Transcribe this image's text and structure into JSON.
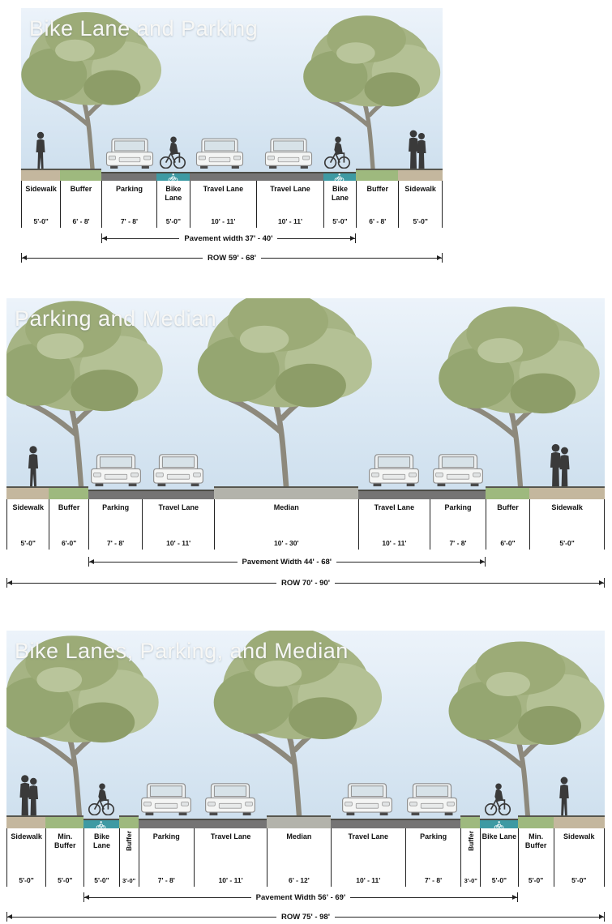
{
  "page": {
    "background": "#ffffff"
  },
  "colors": {
    "sky": "#d9e7f3",
    "sidewalk": "#c4b79e",
    "buffer": "#9eb97e",
    "road": "#757474",
    "bike_lane": "#3e9aa3",
    "median": "#b3b3ab",
    "foliage": "#a6b484",
    "silhouette": "#3a3a3a",
    "dimension_line": "#222222"
  },
  "icons": [
    "tree-icon",
    "car-icon",
    "pedestrian-icon",
    "couple-icon",
    "cyclist-icon",
    "bike-marking-icon"
  ],
  "sections": [
    {
      "title": "Bike Lane and Parking",
      "lanes": [
        {
          "label": "Sidewalk",
          "dim": "5'-0\"",
          "type": "sidewalk",
          "w": 48
        },
        {
          "label": "Buffer",
          "dim": "6' - 8'",
          "type": "buffer",
          "w": 50
        },
        {
          "label": "Parking",
          "dim": "7' - 8'",
          "type": "parking",
          "w": 68
        },
        {
          "label": "Bike Lane",
          "dim": "5'-0\"",
          "type": "bike",
          "w": 40
        },
        {
          "label": "Travel Lane",
          "dim": "10' - 11'",
          "type": "travel",
          "w": 82
        },
        {
          "label": "Travel Lane",
          "dim": "10' - 11'",
          "type": "travel",
          "w": 82
        },
        {
          "label": "Bike Lane",
          "dim": "5'-0\"",
          "type": "bike",
          "w": 40
        },
        {
          "label": "Buffer",
          "dim": "6' - 8'",
          "type": "buffer",
          "w": 52
        },
        {
          "label": "Sidewalk",
          "dim": "5'-0\"",
          "type": "sidewalk",
          "w": 54
        }
      ],
      "pavement_span": [
        2,
        6
      ],
      "pavement_label": "Pavement width  37' - 40'",
      "row_label": "ROW  59' - 68'"
    },
    {
      "title": "Parking and Median",
      "lanes": [
        {
          "label": "Sidewalk",
          "dim": "5'-0\"",
          "type": "sidewalk",
          "w": 52
        },
        {
          "label": "Buffer",
          "dim": "6'-0\"",
          "type": "buffer",
          "w": 48
        },
        {
          "label": "Parking",
          "dim": "7' - 8'",
          "type": "parking",
          "w": 66
        },
        {
          "label": "Travel Lane",
          "dim": "10' - 11'",
          "type": "travel",
          "w": 88
        },
        {
          "label": "Median",
          "dim": "10' - 30'",
          "type": "median",
          "w": 176
        },
        {
          "label": "Travel Lane",
          "dim": "10' - 11'",
          "type": "travel",
          "w": 88
        },
        {
          "label": "Parking",
          "dim": "7' - 8'",
          "type": "parking",
          "w": 68
        },
        {
          "label": "Buffer",
          "dim": "6'-0\"",
          "type": "buffer",
          "w": 54
        },
        {
          "label": "Sidewalk",
          "dim": "5'-0\"",
          "type": "sidewalk",
          "w": 92
        }
      ],
      "pavement_span": [
        2,
        6
      ],
      "pavement_label": "Pavement Width  44' - 68'",
      "row_label": "ROW  70' - 90'"
    },
    {
      "title": "Bike Lanes, Parking, and Median",
      "lanes": [
        {
          "label": "Sidewalk",
          "dim": "5'-0\"",
          "type": "sidewalk",
          "w": 48
        },
        {
          "label": "Min. Buffer",
          "dim": "5'-0\"",
          "type": "buffer",
          "w": 47
        },
        {
          "label": "Bike Lane",
          "dim": "5'-0\"",
          "type": "bike",
          "w": 43
        },
        {
          "label": "Buffer",
          "dim": "3'-0\"",
          "type": "buffer",
          "w": 24,
          "rot": true
        },
        {
          "label": "Parking",
          "dim": "7' - 8'",
          "type": "parking",
          "w": 68
        },
        {
          "label": "Travel Lane",
          "dim": "10' - 11'",
          "type": "travel",
          "w": 90
        },
        {
          "label": "Median",
          "dim": "6' - 12'",
          "type": "median",
          "w": 78
        },
        {
          "label": "Travel Lane",
          "dim": "10' - 11'",
          "type": "travel",
          "w": 92
        },
        {
          "label": "Parking",
          "dim": "7' - 8'",
          "type": "parking",
          "w": 68
        },
        {
          "label": "Buffer",
          "dim": "3'-0\"",
          "type": "buffer",
          "w": 24,
          "rot": true
        },
        {
          "label": "Bike Lane",
          "dim": "5'-0\"",
          "type": "bike",
          "w": 46
        },
        {
          "label": "Min. Buffer",
          "dim": "5'-0\"",
          "type": "buffer",
          "w": 44
        },
        {
          "label": "Sidewalk",
          "dim": "5'-0\"",
          "type": "sidewalk",
          "w": 63
        }
      ],
      "pavement_span": [
        2,
        10
      ],
      "pavement_label": "Pavement Width  56' - 69'",
      "row_label": "ROW  75' - 98'"
    }
  ]
}
